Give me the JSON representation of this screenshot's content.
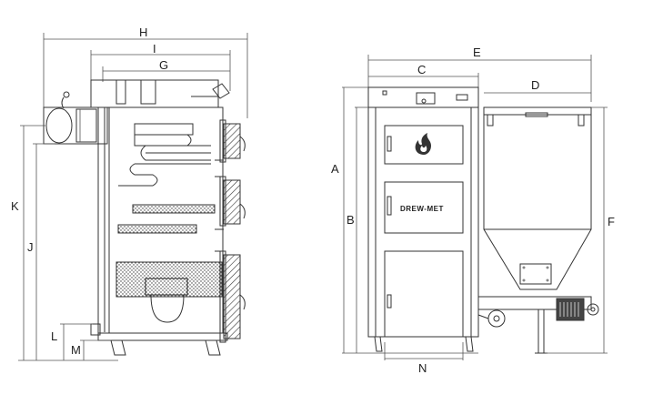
{
  "diagram": {
    "labels": {
      "H": "H",
      "I": "I",
      "G": "G",
      "E": "E",
      "C": "C",
      "D": "D",
      "K": "K",
      "J": "J",
      "L": "L",
      "M": "M",
      "A": "A",
      "B": "B",
      "F": "F",
      "N": "N"
    },
    "brand": "DREW-MET",
    "icons": [
      "flame-icon"
    ]
  }
}
